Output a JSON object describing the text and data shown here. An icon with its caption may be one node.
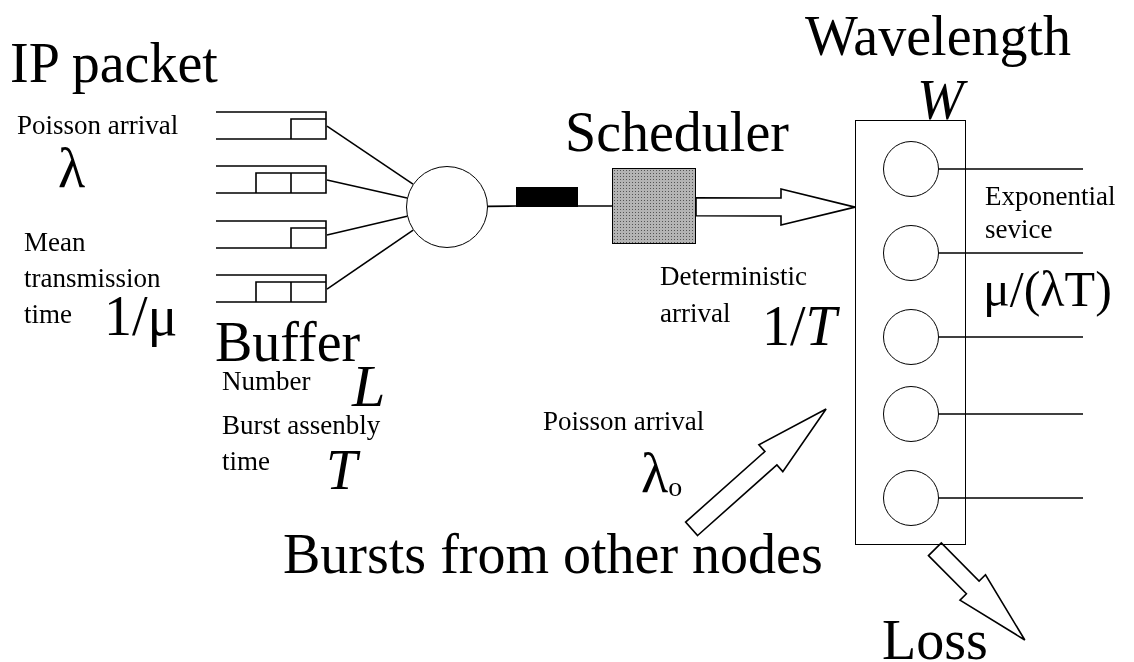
{
  "diagram": {
    "nodes": [
      {
        "text": [],
        "shape": "box"
      },
      {
        "text": [],
        "shape": "box"
      },
      {
        "text": [],
        "shape": "box"
      },
      {
        "text": [],
        "shape": "box"
      },
      {
        "text": [],
        "shape": "circle"
      },
      {
        "text": [],
        "shape": "bar"
      },
      {
        "text": [
          "Scheduler"
        ]
      },
      {
        "text": [
          "Wavelength",
          "W"
        ]
      },
      {
        "text": [],
        "shape": "circle",
        "in": 7
      },
      {
        "text": [],
        "shape": "circle",
        "in": 7
      },
      {
        "text": [],
        "shape": "circle",
        "in": 7
      },
      {
        "text": [],
        "shape": "circle",
        "in": 7
      },
      {
        "text": [],
        "shape": "circle",
        "in": 7
      },
      {
        "text": [
          "Bursts from other nodes"
        ]
      },
      {
        "text": [
          "Loss"
        ]
      }
    ],
    "edges": [
      {
        "from": 0,
        "to": 4,
        "arrow": "none"
      },
      {
        "from": 1,
        "to": 4,
        "arrow": "none"
      },
      {
        "from": 2,
        "to": 4,
        "arrow": "none"
      },
      {
        "from": 3,
        "to": 4,
        "arrow": "none"
      },
      {
        "from": 4,
        "to": 5,
        "arrow": "none"
      },
      {
        "from": 5,
        "to": 6,
        "arrow": "none"
      },
      {
        "from": 6,
        "to": 7,
        "arrow": "to",
        "style": "thick"
      },
      {
        "from": 13,
        "to": 7,
        "arrow": "to",
        "style": "thick"
      },
      {
        "from": 7,
        "to": 14,
        "arrow": "to",
        "style": "thick"
      },
      {
        "from": 8,
        "to": null,
        "arrow": "none"
      },
      {
        "from": 9,
        "to": null,
        "arrow": "none"
      },
      {
        "from": 10,
        "to": null,
        "arrow": "none"
      },
      {
        "from": 11,
        "to": null,
        "arrow": "none"
      },
      {
        "from": 12,
        "to": null,
        "arrow": "none"
      }
    ],
    "labels": [
      "IP packet",
      "Poisson arrival",
      "λ",
      "Mean transmission time",
      "1/μ",
      "Buffer",
      "Number",
      "L",
      "Burst assenbly time",
      "T",
      "Deterministic arrival",
      "1/*T*",
      "Exponential sevice",
      "μ/(λT)",
      "Poisson arrival",
      "λ$_{o}$"
    ]
  }
}
